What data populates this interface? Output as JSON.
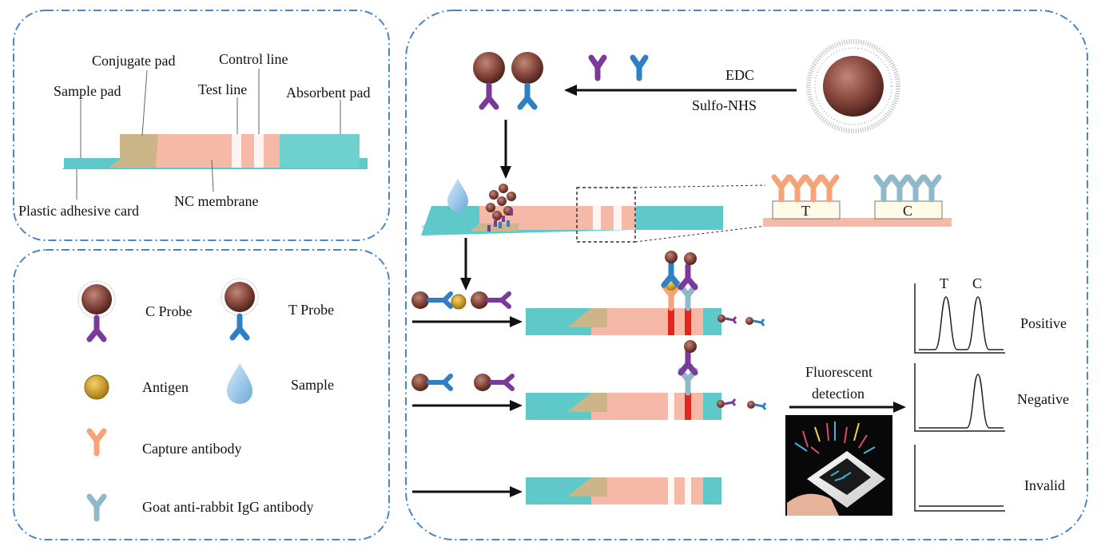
{
  "strip_panel": {
    "labels": {
      "conjugate_pad": "Conjugate pad",
      "control_line": "Control line",
      "sample_pad": "Sample pad",
      "test_line": "Test line",
      "absorbent_pad": "Absorbent pad",
      "plastic_card": "Plastic adhesive card",
      "nc_membrane": "NC membrane"
    }
  },
  "legend": {
    "c_probe": "C Probe",
    "t_probe": "T Probe",
    "antigen": "Antigen",
    "sample": "Sample",
    "capture_antibody": "Capture antibody",
    "goat_antibody": "Goat anti-rabbit IgG antibody"
  },
  "workflow": {
    "edc": "EDC",
    "sulfo": "Sulfo-NHS",
    "zoom_t": "T",
    "zoom_c": "C",
    "detection_line1": "Fluorescent",
    "detection_line2": "detection",
    "peak_t": "T",
    "peak_c": "C",
    "results": [
      "Positive",
      "Negative",
      "Invalid"
    ]
  },
  "colors": {
    "panel_border": "#4a86c5",
    "strip_base": "#5fc8c8",
    "nc_membrane": "#f7b9a7",
    "conjugate": "#cdb58a",
    "particle": "#8b4a40",
    "purple_ab": "#7b3a9a",
    "blue_ab": "#2f7fc4",
    "capture_ab": "#f6a37a",
    "goat_ab": "#8fb9c9",
    "antigen": "#d1a21e",
    "positive_line": "#e0261e"
  }
}
